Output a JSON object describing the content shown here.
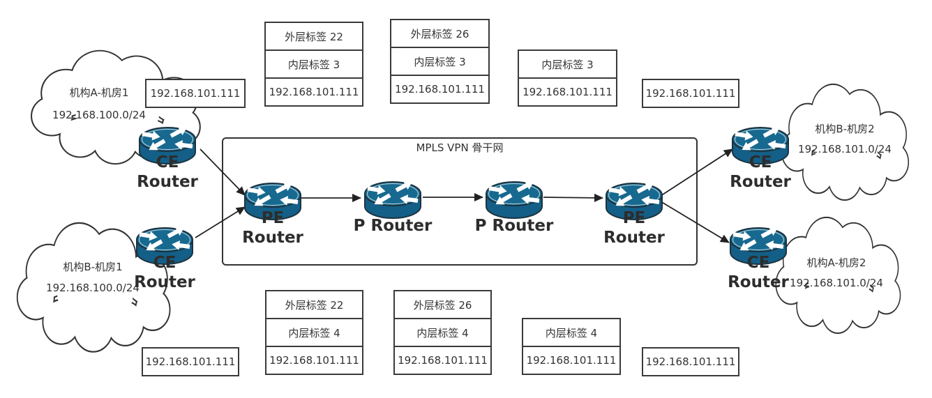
{
  "backbone": {
    "title": "MPLS VPN 骨干网"
  },
  "clouds": [
    {
      "name": "机构A-机房1",
      "subnet": "192.168.100.0/24"
    },
    {
      "name": "机构B-机房1",
      "subnet": "192.168.100.0/24"
    },
    {
      "name": "机构B-机房2",
      "subnet": "192.168.101.0/24"
    },
    {
      "name": "机构A-机房2",
      "subnet": "192.168.101.0/24"
    }
  ],
  "routers": [
    {
      "id": "ce-a1",
      "line1": "CE",
      "line2": "Router"
    },
    {
      "id": "ce-b1",
      "line1": "CE",
      "line2": "Router"
    },
    {
      "id": "pe-left",
      "line1": "PE",
      "line2": "Router"
    },
    {
      "id": "p-1",
      "line1": "P Router",
      "line2": ""
    },
    {
      "id": "p-2",
      "line1": "P Router",
      "line2": ""
    },
    {
      "id": "pe-right",
      "line1": "PE",
      "line2": "Router"
    },
    {
      "id": "ce-b2",
      "line1": "CE",
      "line2": "Router"
    },
    {
      "id": "ce-a2",
      "line1": "CE",
      "line2": "Router"
    }
  ],
  "label_boxes": {
    "top": [
      {
        "rows": [
          "192.168.101.111"
        ]
      },
      {
        "rows": [
          "外层标签 22",
          "内层标签 3",
          "192.168.101.111"
        ]
      },
      {
        "rows": [
          "外层标签 26",
          "内层标签 3",
          "192.168.101.111"
        ]
      },
      {
        "rows": [
          "内层标签 3",
          "192.168.101.111"
        ]
      },
      {
        "rows": [
          "192.168.101.111"
        ]
      }
    ],
    "bottom": [
      {
        "rows": [
          "192.168.101.111"
        ]
      },
      {
        "rows": [
          "外层标签 22",
          "内层标签 4",
          "192.168.101.111"
        ]
      },
      {
        "rows": [
          "外层标签 26",
          "内层标签 4",
          "192.168.101.111"
        ]
      },
      {
        "rows": [
          "内层标签 4",
          "192.168.101.111"
        ]
      },
      {
        "rows": [
          "192.168.101.111"
        ]
      }
    ]
  },
  "colors": {
    "router_teal": "#17698f",
    "router_outline": "#1c3340",
    "connector_line": "#222222",
    "box_border": "#3a3a3a",
    "text": "#333333"
  }
}
